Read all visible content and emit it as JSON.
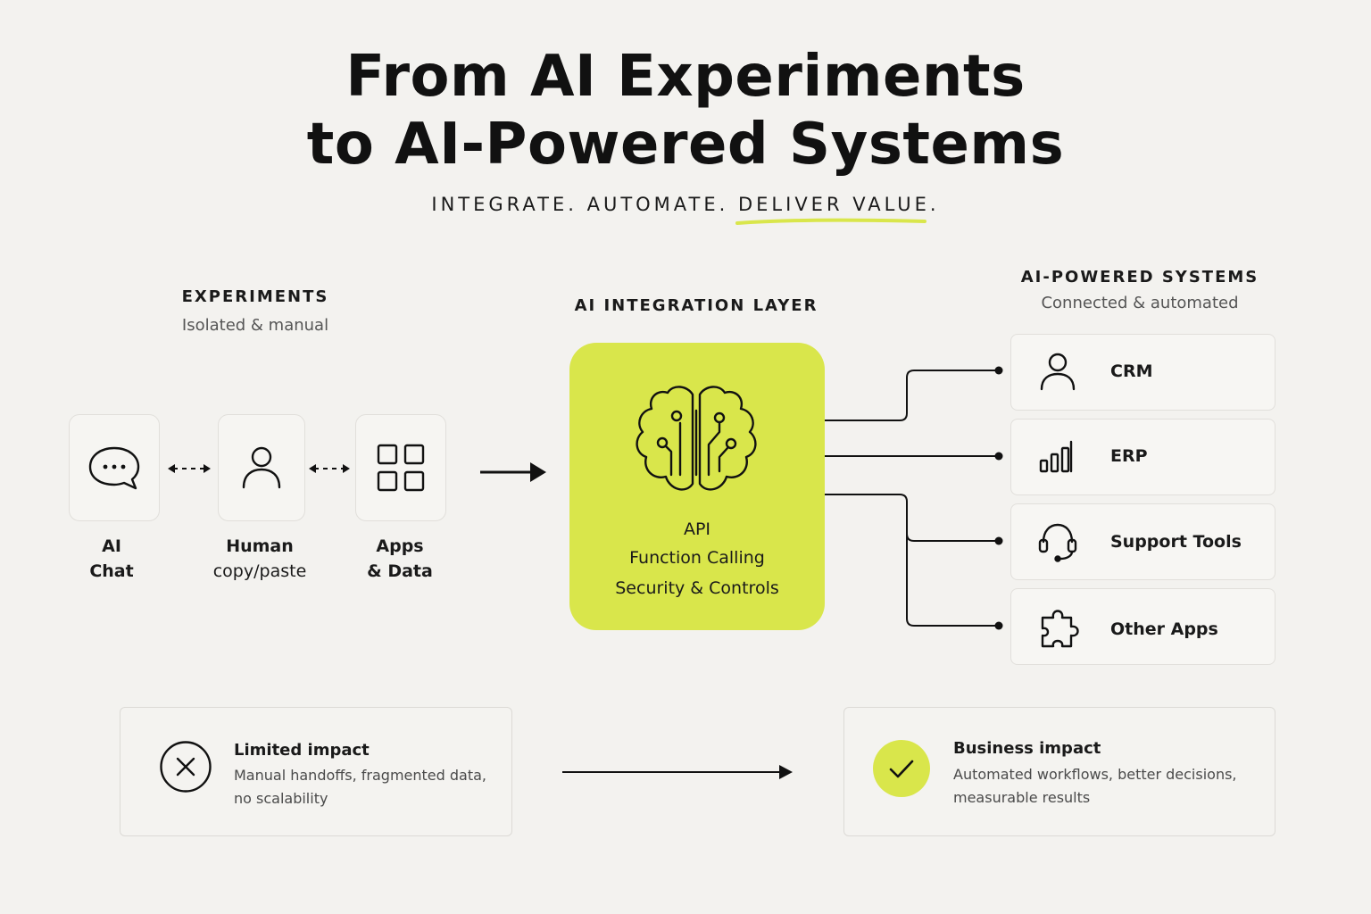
{
  "header": {
    "title_line1": "From AI Experiments",
    "title_line2": "to AI-Powered Systems",
    "tagline_part1": "INTEGRATE. AUTOMATE. ",
    "tagline_part2": "DELIVER VALUE",
    "tagline_part3": "."
  },
  "experiments": {
    "heading": "EXPERIMENTS",
    "subtitle": "Isolated & manual",
    "items": [
      {
        "icon": "chat-bubble-icon",
        "label_line1": "AI",
        "label_line2": "Chat"
      },
      {
        "icon": "person-icon",
        "label_line1": "Human",
        "label_line2": "copy/paste"
      },
      {
        "icon": "grid-apps-icon",
        "label_line1": "Apps",
        "label_line2": "& Data"
      }
    ]
  },
  "integration": {
    "heading": "AI INTEGRATION LAYER",
    "icon": "brain-circuit-icon",
    "lines": [
      "API",
      "Function Calling",
      "Security & Controls"
    ]
  },
  "systems": {
    "heading": "AI-POWERED SYSTEMS",
    "subtitle": "Connected & automated",
    "items": [
      {
        "icon": "person-icon",
        "label": "CRM"
      },
      {
        "icon": "bar-chart-icon",
        "label": "ERP"
      },
      {
        "icon": "headset-icon",
        "label": "Support Tools"
      },
      {
        "icon": "puzzle-icon",
        "label": "Other Apps"
      }
    ]
  },
  "impact": {
    "limited": {
      "title": "Limited impact",
      "text_line1": "Manual handoffs, fragmented data,",
      "text_line2": "no scalability",
      "icon": "x-circle-icon"
    },
    "business": {
      "title": "Business impact",
      "text_line1": "Automated workflows, better decisions,",
      "text_line2": "measurable results",
      "icon": "check-circle-icon"
    }
  },
  "colors": {
    "accent": "#d9e64b",
    "background": "#f3f2ef",
    "text": "#111111"
  }
}
